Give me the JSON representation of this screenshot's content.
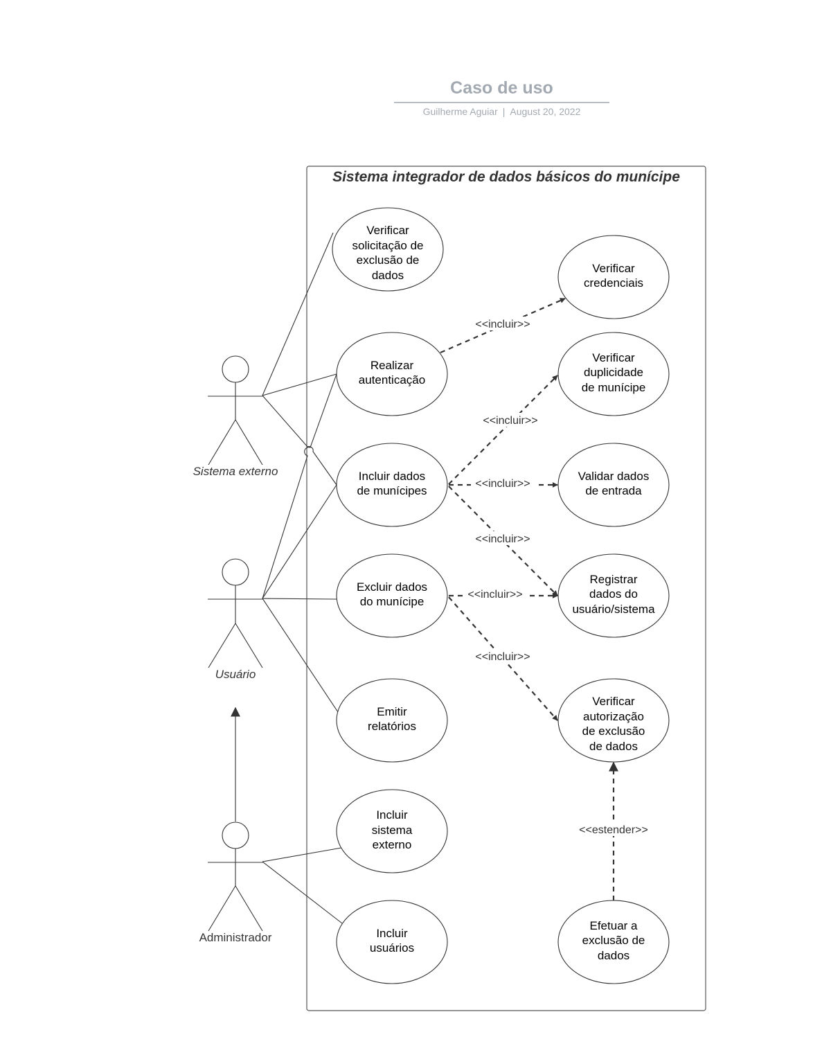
{
  "header": {
    "title": "Caso de uso",
    "author": "Guilherme Aguiar",
    "separator": "|",
    "date": "August 20, 2022"
  },
  "system": {
    "title": "Sistema integrador de dados básicos do munícipe"
  },
  "actors": [
    {
      "id": "sistema-externo",
      "label": "Sistema externo",
      "italic": true
    },
    {
      "id": "usuario",
      "label": "Usuário",
      "italic": true
    },
    {
      "id": "administrador",
      "label": "Administrador",
      "italic": false
    }
  ],
  "use_cases": [
    {
      "id": "verificar-solicitacao",
      "lines": [
        "Verificar",
        "solicitação de",
        "exclusão de",
        "dados"
      ]
    },
    {
      "id": "realizar-autenticacao",
      "lines": [
        "Realizar",
        "autenticação"
      ]
    },
    {
      "id": "incluir-dados-municipes",
      "lines": [
        "Incluir dados",
        "de munícipes"
      ]
    },
    {
      "id": "excluir-dados-municipe",
      "lines": [
        "Excluir dados",
        "do munícipe"
      ]
    },
    {
      "id": "emitir-relatorios",
      "lines": [
        "Emitir",
        "relatórios"
      ]
    },
    {
      "id": "incluir-sistema-externo",
      "lines": [
        "Incluir",
        "sistema",
        "externo"
      ]
    },
    {
      "id": "incluir-usuarios",
      "lines": [
        "Incluir",
        "usuários"
      ]
    },
    {
      "id": "verificar-credenciais",
      "lines": [
        "Verificar",
        "credenciais"
      ]
    },
    {
      "id": "verificar-duplicidade",
      "lines": [
        "Verificar",
        "duplicidade",
        "de munícipe"
      ]
    },
    {
      "id": "validar-dados-entrada",
      "lines": [
        "Validar dados",
        "de entrada"
      ]
    },
    {
      "id": "registrar-dados",
      "lines": [
        "Registrar",
        "dados do",
        "usuário/sistema"
      ]
    },
    {
      "id": "verificar-autorizacao",
      "lines": [
        "Verificar",
        "autorização",
        "de exclusão",
        "de dados"
      ]
    },
    {
      "id": "efetuar-exclusao",
      "lines": [
        "Efetuar a",
        "exclusão de",
        "dados"
      ]
    }
  ],
  "relations": [
    {
      "id": "auth-credenciais",
      "label": "<<incluir>>"
    },
    {
      "id": "incluir-duplicidade",
      "label": "<<incluir>>"
    },
    {
      "id": "incluir-validar",
      "label": "<<incluir>>"
    },
    {
      "id": "incluir-registrar",
      "label": "<<incluir>>"
    },
    {
      "id": "excluir-registrar",
      "label": "<<incluir>>"
    },
    {
      "id": "excluir-autorizacao",
      "label": "<<incluir>>"
    },
    {
      "id": "efetuar-autorizacao",
      "label": "<<estender>>"
    }
  ]
}
